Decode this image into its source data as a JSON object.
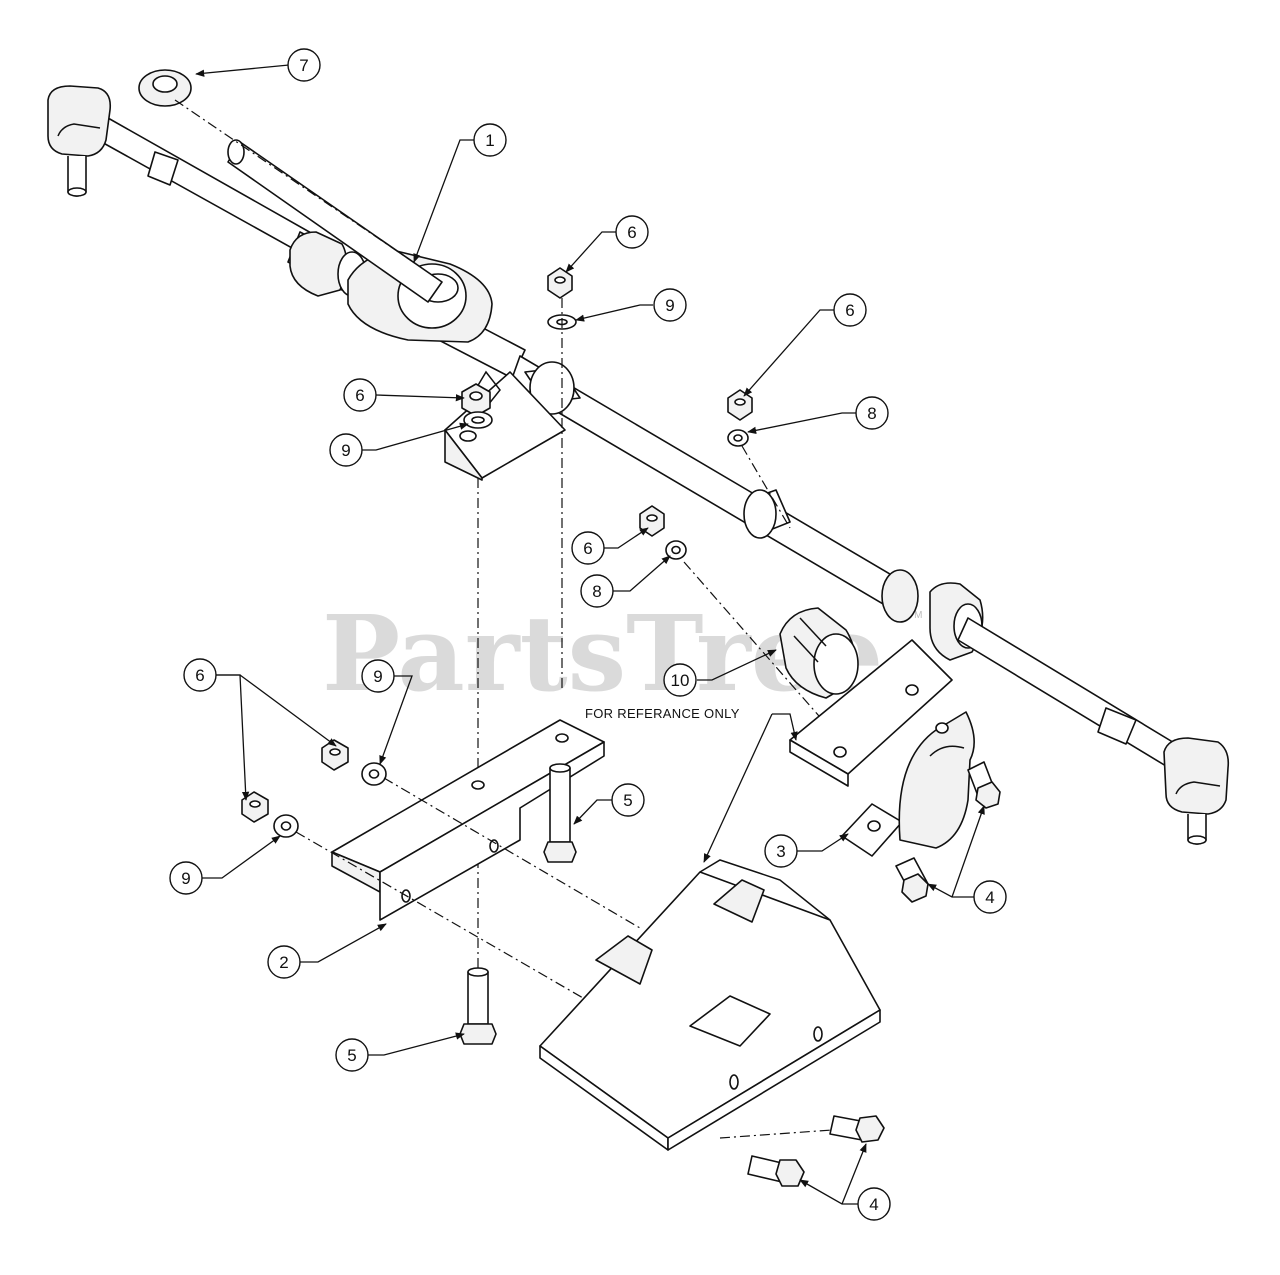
{
  "watermark": {
    "brand": "PartsTree",
    "trademark": "TM"
  },
  "note": "FOR REFERANCE ONLY",
  "callouts": {
    "c1": "1",
    "c2": "2",
    "c3": "3",
    "c4a": "4",
    "c4b": "4",
    "c5a": "5",
    "c5b": "5",
    "c6a": "6",
    "c6b": "6",
    "c6c": "6",
    "c6d": "6",
    "c6e": "6",
    "c7": "7",
    "c8a": "8",
    "c8b": "8",
    "c9a": "9",
    "c9b": "9",
    "c9c": "9",
    "c9d": "9",
    "c10": "10"
  }
}
